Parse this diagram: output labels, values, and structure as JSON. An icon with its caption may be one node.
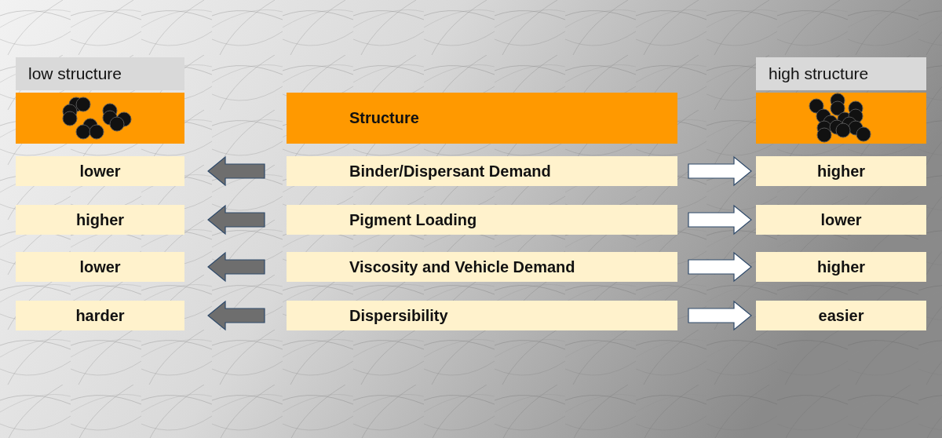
{
  "diagram": {
    "nodes": [
      {
        "text": [
          "low structure"
        ]
      },
      {
        "text": [],
        "shape": "box"
      },
      {
        "text": [
          "Structure"
        ]
      },
      {
        "text": [
          "high structure"
        ]
      },
      {
        "text": [],
        "shape": "box"
      },
      {
        "text": [
          "lower"
        ]
      },
      {
        "text": [
          "Binder/Dispersant Demand"
        ]
      },
      {
        "text": [
          "higher"
        ]
      },
      {
        "text": [
          "higher"
        ]
      },
      {
        "text": [
          "Pigment Loading"
        ]
      },
      {
        "text": [
          "lower"
        ]
      },
      {
        "text": [
          "lower"
        ]
      },
      {
        "text": [
          "Viscosity and Vehicle Demand"
        ]
      },
      {
        "text": [
          "higher"
        ]
      },
      {
        "text": [
          "harder"
        ]
      },
      {
        "text": [
          "Dispersibility"
        ]
      },
      {
        "text": [
          "easier"
        ]
      }
    ],
    "edges": [
      {
        "from": 6,
        "to": 5,
        "arrow": "to",
        "color": "#6e6e6e"
      },
      {
        "from": 6,
        "to": 7,
        "arrow": "to",
        "color": "#ffffff"
      },
      {
        "from": 9,
        "to": 8,
        "arrow": "to",
        "color": "#6e6e6e"
      },
      {
        "from": 9,
        "to": 10,
        "arrow": "to",
        "color": "#ffffff"
      },
      {
        "from": 12,
        "to": 11,
        "arrow": "to",
        "color": "#6e6e6e"
      },
      {
        "from": 12,
        "to": 13,
        "arrow": "to",
        "color": "#ffffff"
      },
      {
        "from": 15,
        "to": 14,
        "arrow": "to",
        "color": "#6e6e6e"
      },
      {
        "from": 15,
        "to": 16,
        "arrow": "to",
        "color": "#ffffff"
      }
    ]
  }
}
